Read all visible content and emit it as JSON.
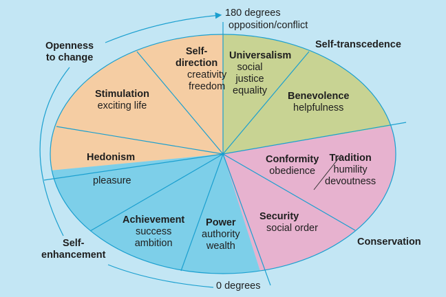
{
  "colors": {
    "background": "#c3e6f4",
    "line": "#1a9fcf",
    "openness": "#f5cda3",
    "self_transcendence": "#c8d393",
    "conservation": "#e7b2cf",
    "self_enhancement": "#7dcfe9"
  },
  "annotations": {
    "top_line1": "180 degrees",
    "top_line2": "opposition/conflict",
    "bottom": "0 degrees"
  },
  "groups": {
    "openness_1": "Openness",
    "openness_2": "to change",
    "self_transcendence": "Self-transcedence",
    "conservation": "Conservation",
    "self_enhancement_1": "Self-",
    "self_enhancement_2": "enhancement"
  },
  "values": [
    {
      "name": "Self-",
      "name2": "direction",
      "desc1": "creativity",
      "desc2": "freedom"
    },
    {
      "name": "Universalism",
      "desc1": "social",
      "desc2": "justice",
      "desc3": "equality"
    },
    {
      "name": "Benevolence",
      "desc1": "helpfulness"
    },
    {
      "name": "Conformity",
      "desc1": "obedience"
    },
    {
      "name": "Tradition",
      "desc1": "humility",
      "desc2": "devoutness"
    },
    {
      "name": "Security",
      "desc1": "social order"
    },
    {
      "name": "Power",
      "desc1": "authority",
      "desc2": "wealth"
    },
    {
      "name": "Achievement",
      "desc1": "success",
      "desc2": "ambition"
    },
    {
      "name": "Hedonism",
      "desc1": "pleasure"
    },
    {
      "name": "Stimulation",
      "desc1": "exciting life"
    }
  ]
}
